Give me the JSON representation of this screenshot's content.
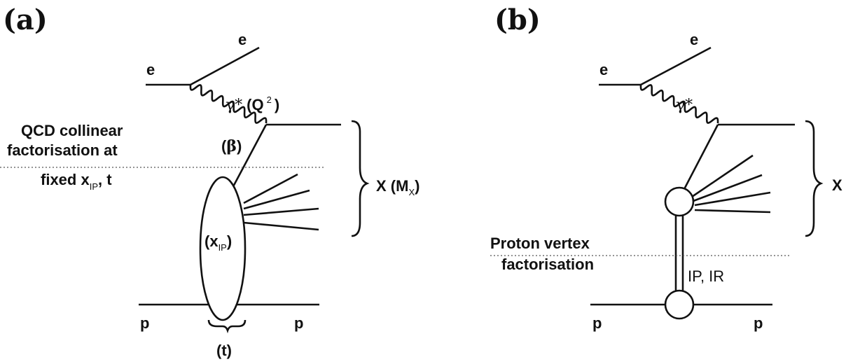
{
  "panel_a": {
    "label": "(a)",
    "beam_electron": "e",
    "scattered_electron": "e",
    "photon_symbol": "γ*",
    "photon_q2_open": "(Q",
    "photon_q2_sup": "2",
    "photon_q2_close": ")",
    "factorisation_line1": "QCD collinear",
    "factorisation_line2": "factorisation at",
    "factorisation_line3_a": "fixed x",
    "factorisation_line3_sub": "IP",
    "factorisation_line3_b": ", t",
    "beta_open": "(",
    "beta": "β",
    "beta_close": ")",
    "x_ip_open": "(x",
    "x_ip_sub": "IP",
    "x_ip_close": ")",
    "proton_in": "p",
    "proton_out": "p",
    "t_label": "(t)",
    "system_open": "X (M",
    "system_sub": "X",
    "system_close": ")"
  },
  "panel_b": {
    "label": "(b)",
    "beam_electron": "e",
    "scattered_electron": "e",
    "photon_symbol": "γ*",
    "factorisation_line1": "Proton vertex",
    "factorisation_line2": "factorisation",
    "exchange_label": "IP, IR",
    "proton_in": "p",
    "proton_out": "p",
    "system": "X"
  }
}
